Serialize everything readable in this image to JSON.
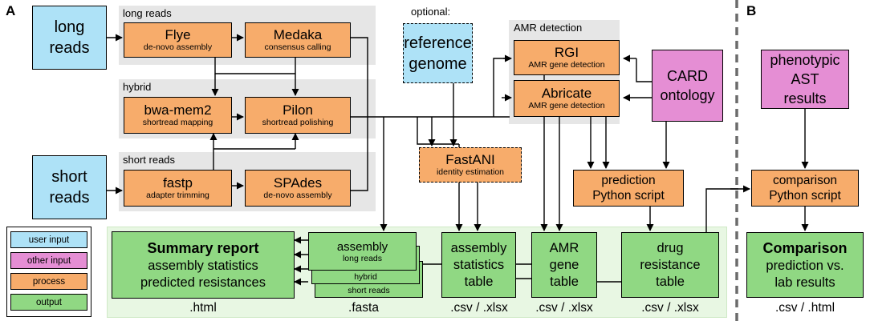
{
  "panels": {
    "a": "A",
    "b": "B"
  },
  "groups": {
    "long_reads": "long reads",
    "hybrid": "hybrid",
    "short_reads": "short reads",
    "amr_detection": "AMR detection",
    "optional": "optional:"
  },
  "inputs": {
    "long_reads": [
      "long",
      "reads"
    ],
    "short_reads": [
      "short",
      "reads"
    ],
    "reference_genome": [
      "reference",
      "genome"
    ],
    "card_ontology": [
      "CARD",
      "ontology"
    ],
    "phenotypic_ast": [
      "phenotypic",
      "AST",
      "results"
    ]
  },
  "processes": {
    "flye": {
      "title": "Flye",
      "sub": "de-novo assembly"
    },
    "medaka": {
      "title": "Medaka",
      "sub": "consensus calling"
    },
    "bwa": {
      "title": "bwa-mem2",
      "sub": "shortread mapping"
    },
    "pilon": {
      "title": "Pilon",
      "sub": "shortread polishing"
    },
    "fastp": {
      "title": "fastp",
      "sub": "adapter trimming"
    },
    "spades": {
      "title": "SPAdes",
      "sub": "de-novo assembly"
    },
    "fastani": {
      "title": "FastANI",
      "sub": "identity estimation"
    },
    "rgi": {
      "title": "RGI",
      "sub": "AMR gene detection"
    },
    "abricate": {
      "title": "Abricate",
      "sub": "AMR gene detection"
    },
    "prediction": {
      "lines": [
        "prediction",
        "Python script"
      ]
    },
    "comparison": {
      "lines": [
        "comparison",
        "Python script"
      ]
    }
  },
  "outputs": {
    "summary": {
      "title": "Summary report",
      "lines": [
        "assembly statistics",
        "predicted resistances"
      ],
      "ext": ".html"
    },
    "assembly": {
      "title": "assembly",
      "variants": [
        "long reads",
        "hybrid",
        "short reads"
      ],
      "ext": ".fasta"
    },
    "stats": {
      "lines": [
        "assembly",
        "statistics",
        "table"
      ],
      "ext": ".csv / .xlsx"
    },
    "amr": {
      "lines": [
        "AMR",
        "gene",
        "table"
      ],
      "ext": ".csv / .xlsx"
    },
    "drug": {
      "lines": [
        "drug",
        "resistance",
        "table"
      ],
      "ext": ".csv / .xlsx"
    },
    "comparison": {
      "title": "Comparison",
      "lines": [
        "prediction vs.",
        "lab results"
      ],
      "ext": ".csv / .html"
    }
  },
  "legend": {
    "user_input": "user input",
    "other_input": "other input",
    "process": "process",
    "output": "output"
  },
  "colors": {
    "user_input": "#aee2f7",
    "other_input": "#e58ed4",
    "process": "#f7ac6b",
    "output": "#90d883",
    "group_background": "#e6e6e6",
    "output_area": "#e8f7e3"
  }
}
